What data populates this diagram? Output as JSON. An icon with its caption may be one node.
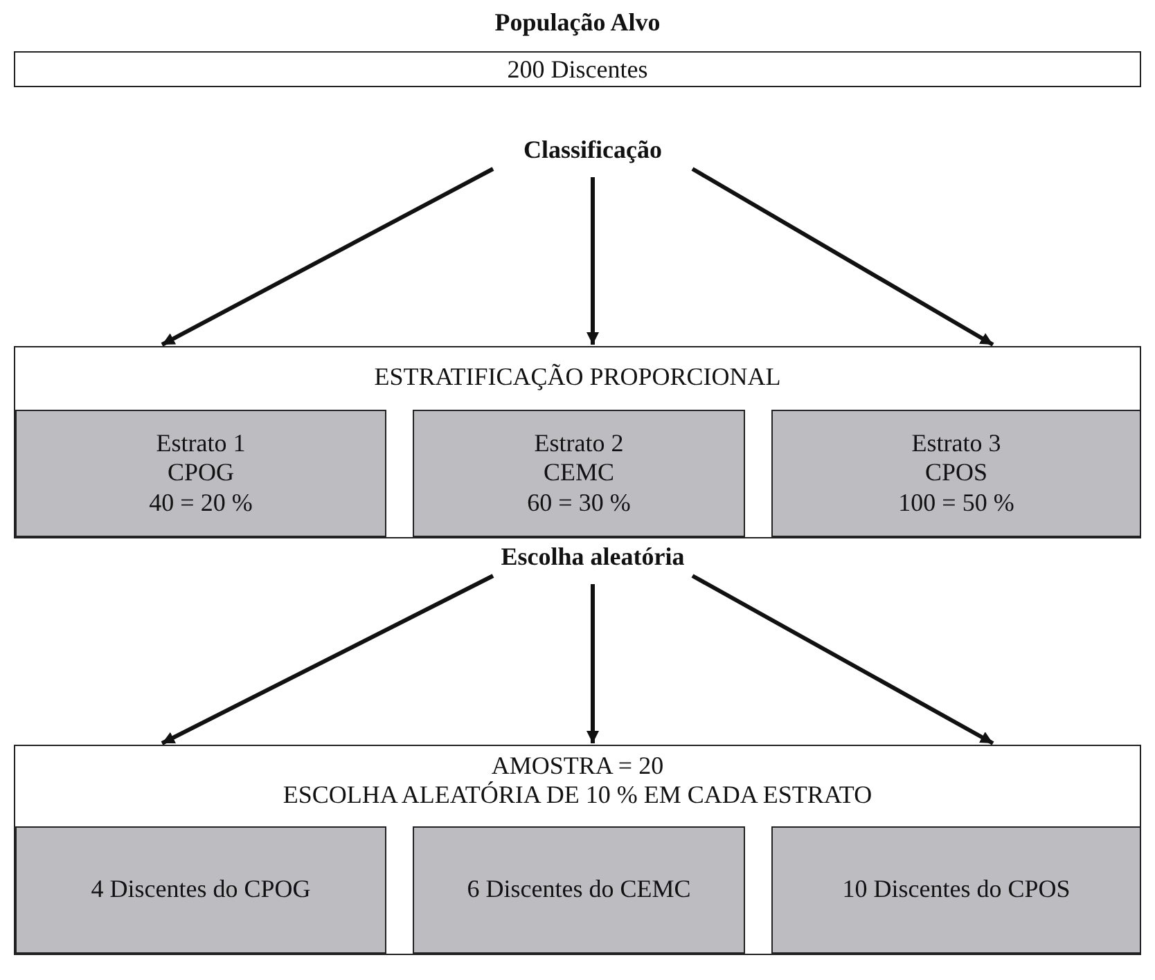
{
  "diagram": {
    "nodes": [
      {
        "text": [
          "População Alvo",
          "200 Discentes"
        ]
      },
      {
        "text": [
          "Classificação"
        ]
      },
      {
        "text": [
          "ESTRATIFICAÇÃO PROPORCIONAL"
        ]
      },
      {
        "text": [
          "Estrato 1",
          "CPOG",
          "40 = 20 %"
        ],
        "in": 2
      },
      {
        "text": [
          "Estrato 2",
          "CEMC",
          "60 = 30 %"
        ],
        "in": 2
      },
      {
        "text": [
          "Estrato 3",
          "CPOS",
          "100 = 50 %"
        ],
        "in": 2
      },
      {
        "text": [
          "Escolha aleatória"
        ]
      },
      {
        "text": [
          "AMOSTRA = 20",
          "ESCOLHA ALEATÓRIA DE 10 % EM CADA ESTRATO"
        ]
      },
      {
        "text": [
          "4 Discentes do CPOG"
        ],
        "in": 7
      },
      {
        "text": [
          "6 Discentes do CEMC"
        ],
        "in": 7
      },
      {
        "text": [
          "10 Discentes do CPOS"
        ],
        "in": 7
      }
    ],
    "edges": [
      {
        "from": 1,
        "to": 2,
        "arrow": "to"
      },
      {
        "from": 1,
        "to": 2,
        "arrow": "to"
      },
      {
        "from": 1,
        "to": 2,
        "arrow": "to"
      },
      {
        "from": 6,
        "to": 7,
        "arrow": "to"
      },
      {
        "from": 6,
        "to": 7,
        "arrow": "to"
      },
      {
        "from": 6,
        "to": 7,
        "arrow": "to"
      }
    ]
  }
}
